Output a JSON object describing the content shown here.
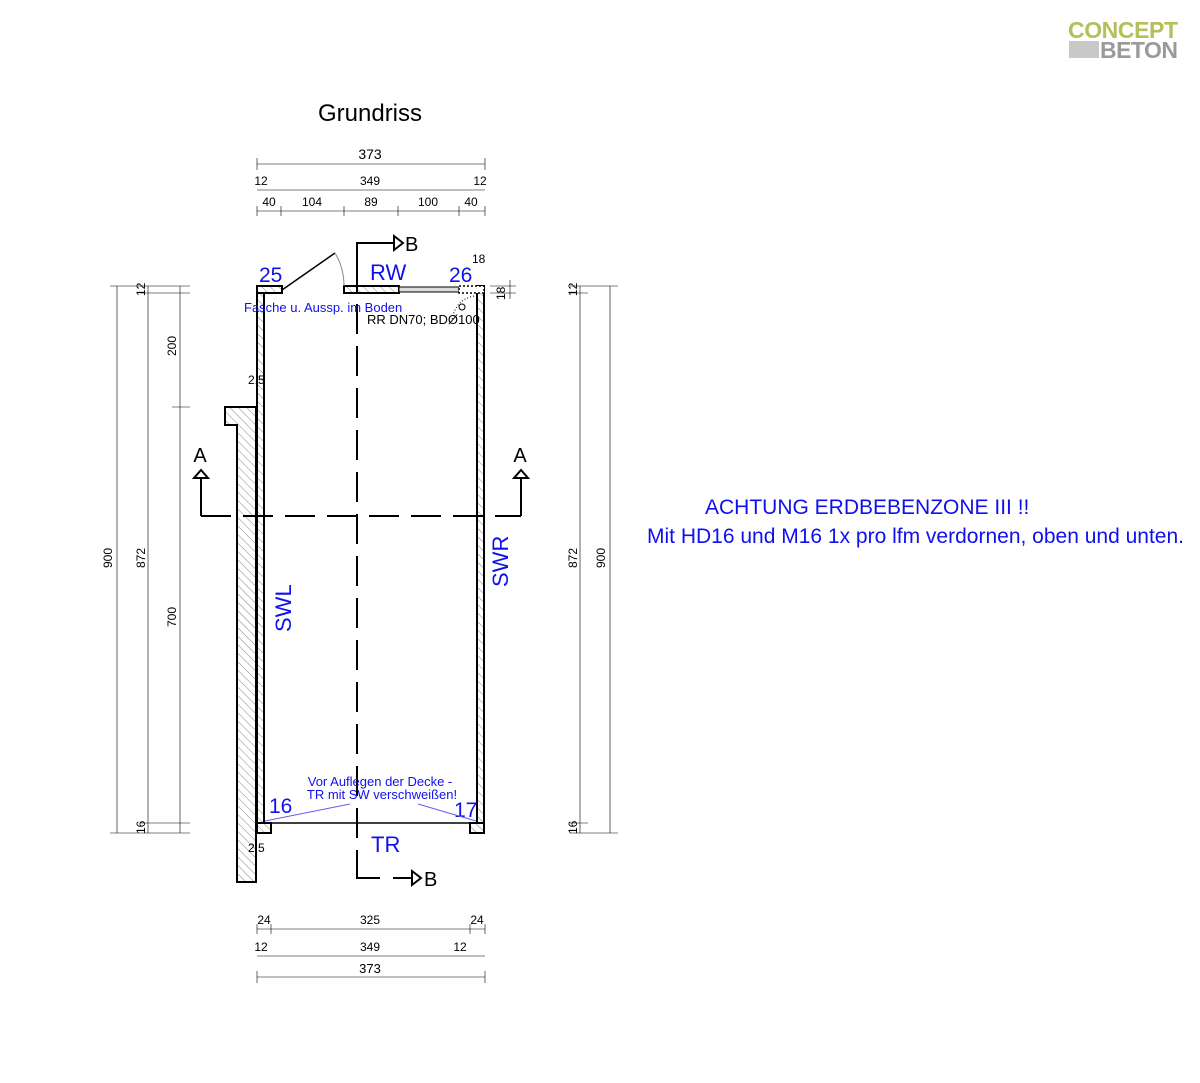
{
  "logo": {
    "line1": "CONCEPT",
    "line2": "BETON"
  },
  "title": "Grundriss",
  "top_dims": {
    "total": "373",
    "left": "12",
    "mid": "349",
    "right": "12",
    "segments": [
      "40",
      "104",
      "89",
      "100",
      "40"
    ]
  },
  "bottom_dims": {
    "row1": [
      "24",
      "325",
      "24"
    ],
    "row2": [
      "12",
      "349",
      "12"
    ],
    "total": "373"
  },
  "left_dims": {
    "total": "900",
    "inner": "872",
    "segments": [
      "12",
      "200",
      "700",
      "16"
    ]
  },
  "right_dims": {
    "inner": [
      "12",
      "872",
      "16"
    ],
    "total": "900"
  },
  "small_dims": {
    "corner_w": "18",
    "corner_h": "18",
    "left_top": "2.5",
    "left_bottom": "2.5"
  },
  "labels": {
    "corner_tl": "25",
    "corner_tr": "26",
    "corner_bl": "16",
    "corner_br": "17",
    "rw": "RW",
    "tr": "TR",
    "swl": "SWL",
    "swr": "SWR",
    "section_a": "A",
    "section_b": "B"
  },
  "notes": {
    "fasche": "Fasche u. Aussp. im Boden",
    "rr": "RR DN70; BDØ100",
    "weld1": "Vor Auflegen der Decke -",
    "weld2": "TR mit SW verschweißen!"
  },
  "warning": {
    "line1": "ACHTUNG ERDBEBENZONE III  !!",
    "line2": "Mit HD16 und M16 1x pro lfm verdornen, oben und unten."
  }
}
